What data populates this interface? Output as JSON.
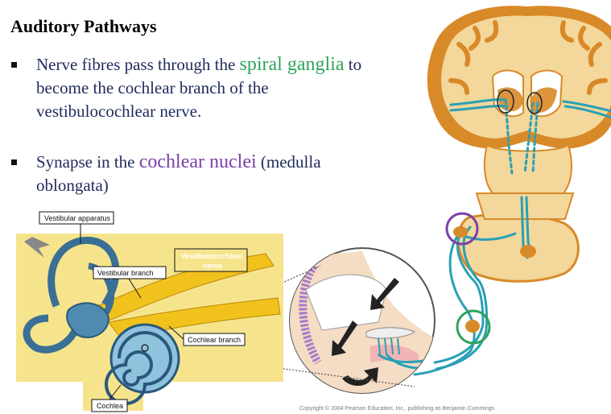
{
  "title": "Auditory Pathways",
  "bullets": [
    {
      "text_before": "Nerve fibres pass through the ",
      "highlight": "spiral ganglia",
      "highlight_color": "#2ea35a",
      "text_after": " to become the cochlear branch of the vestibulocochlear nerve."
    },
    {
      "text_before": "Synapse in the ",
      "highlight": "cochlear nuclei",
      "highlight_color": "#7b3fa8",
      "text_after": " (medulla oblongata)"
    }
  ],
  "ear_labels": {
    "vestibular_apparatus": "Vestibular apparatus",
    "vestibular_branch": "Vestibular branch",
    "vestibulocochlear_nerve_1": "Vestibulocochlear",
    "vestibulocochlear_nerve_2": "nerve",
    "cochlear_branch": "Cochlear branch",
    "cochlea": "Cochlea"
  },
  "copyright": "Copyright © 2004 Pearson Education, Inc., publishing as Benjamin Cummings",
  "colors": {
    "pathway": "#2aa0b4",
    "brain_tissue": "#f3d79b",
    "brain_surface": "#d88a28",
    "ear_background": "#f6e48c",
    "green_circle": "#2ea35a",
    "purple_circle": "#7b3fa8"
  }
}
